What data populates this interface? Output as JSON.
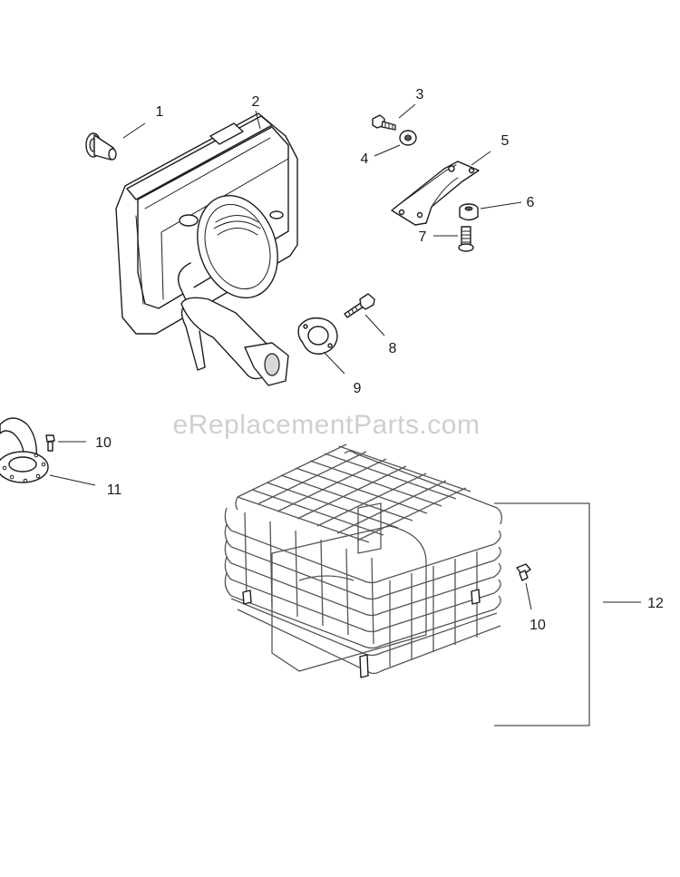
{
  "watermark": "eReplacementParts.com",
  "callouts": {
    "c1": "1",
    "c2": "2",
    "c3": "3",
    "c4": "4",
    "c5": "5",
    "c6": "6",
    "c7": "7",
    "c8": "8",
    "c9": "9",
    "c10a": "10",
    "c11": "11",
    "c10b": "10",
    "c12": "12"
  }
}
